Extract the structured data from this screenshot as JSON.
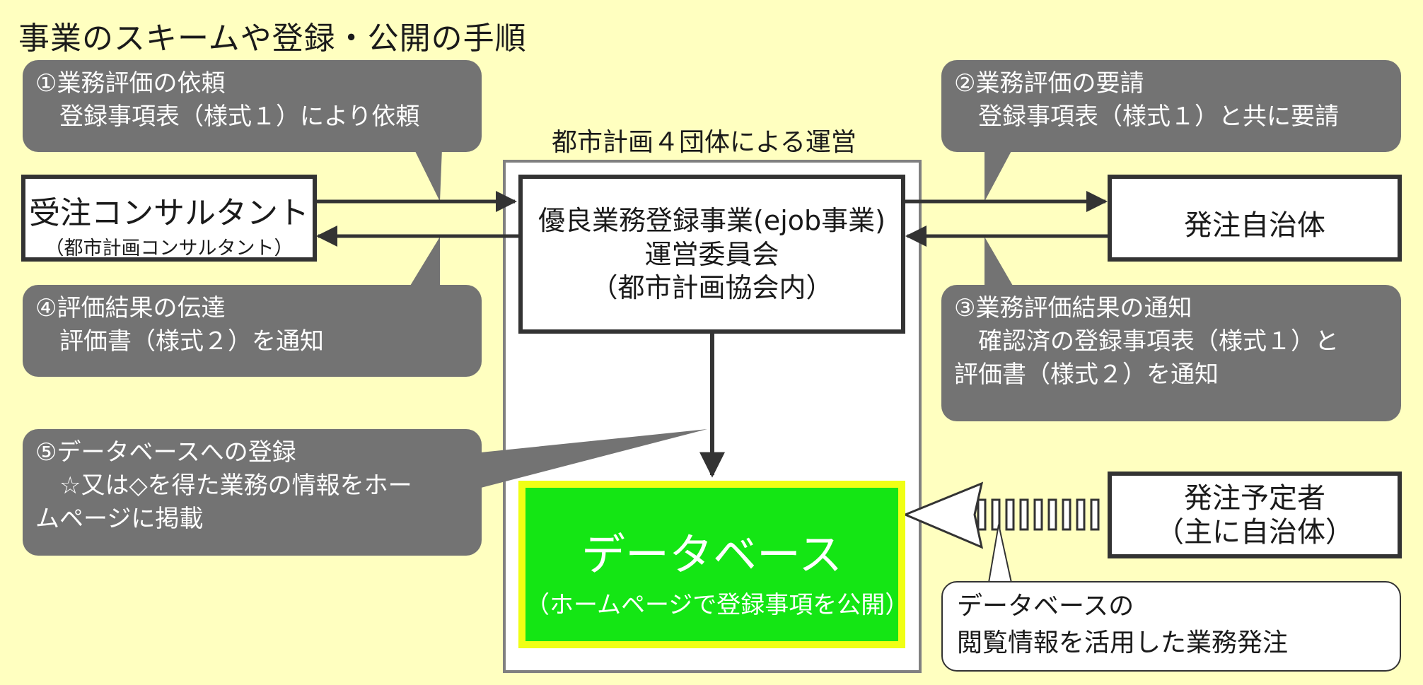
{
  "title": "事業のスキームや登録・公開の手順",
  "operations_label": "都市計画４団体による運営",
  "callouts": {
    "step1": {
      "heading": "①業務評価の依頼",
      "body": "　登録事項表（様式１）により依頼"
    },
    "step2": {
      "heading": "②業務評価の要請",
      "body": "　登録事項表（様式１）と共に要請"
    },
    "step3": {
      "heading": "③業務評価結果の通知",
      "body": "　確認済の登録事項表（様式１）と\n評価書（様式２）を通知"
    },
    "step4": {
      "heading": "④評価結果の伝達",
      "body": "　評価書（様式２）を通知"
    },
    "step5": {
      "heading": "⑤データベースへの登録",
      "body": "　☆又は◇を得た業務の情報をホー\nムページに掲載"
    }
  },
  "boxes": {
    "consultant": {
      "name": "受注コンサルタント",
      "sub": "（都市計画コンサルタント）"
    },
    "committee": {
      "line1": "優良業務登録事業(ejob事業)",
      "line2": "運営委員会",
      "line3": "（都市計画協会内）"
    },
    "municipality": {
      "name": "発注自治体"
    },
    "prospective": {
      "line1": "発注予定者",
      "line2": "（主に自治体）"
    }
  },
  "database": {
    "name": "データベース",
    "sub": "（ホームページで登録事項を公開）"
  },
  "note": {
    "line1": "データベースの",
    "line2": "閲覧情報を活用した業務発注"
  },
  "colors": {
    "background": "#ffffc0",
    "callout": "#737373",
    "database_fill": "#14e614",
    "database_border": "#f0ff14",
    "arrow": "#333333"
  }
}
